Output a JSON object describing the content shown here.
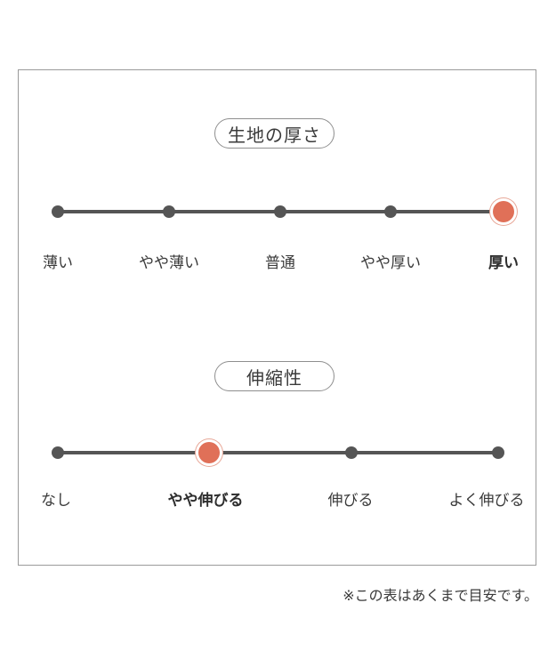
{
  "thickness": {
    "title": "生地の厚さ",
    "options": [
      "薄い",
      "やや薄い",
      "普通",
      "やや厚い",
      "厚い"
    ],
    "selected_index": 4
  },
  "stretch": {
    "title": "伸縮性",
    "options": [
      "なし",
      "やや伸びる",
      "伸びる",
      "よく伸びる"
    ],
    "selected_index": 1
  },
  "note": "※この表はあくまで目安です。",
  "colors": {
    "accent": "#e07058",
    "track": "#555555",
    "border": "#9a9a9a"
  }
}
